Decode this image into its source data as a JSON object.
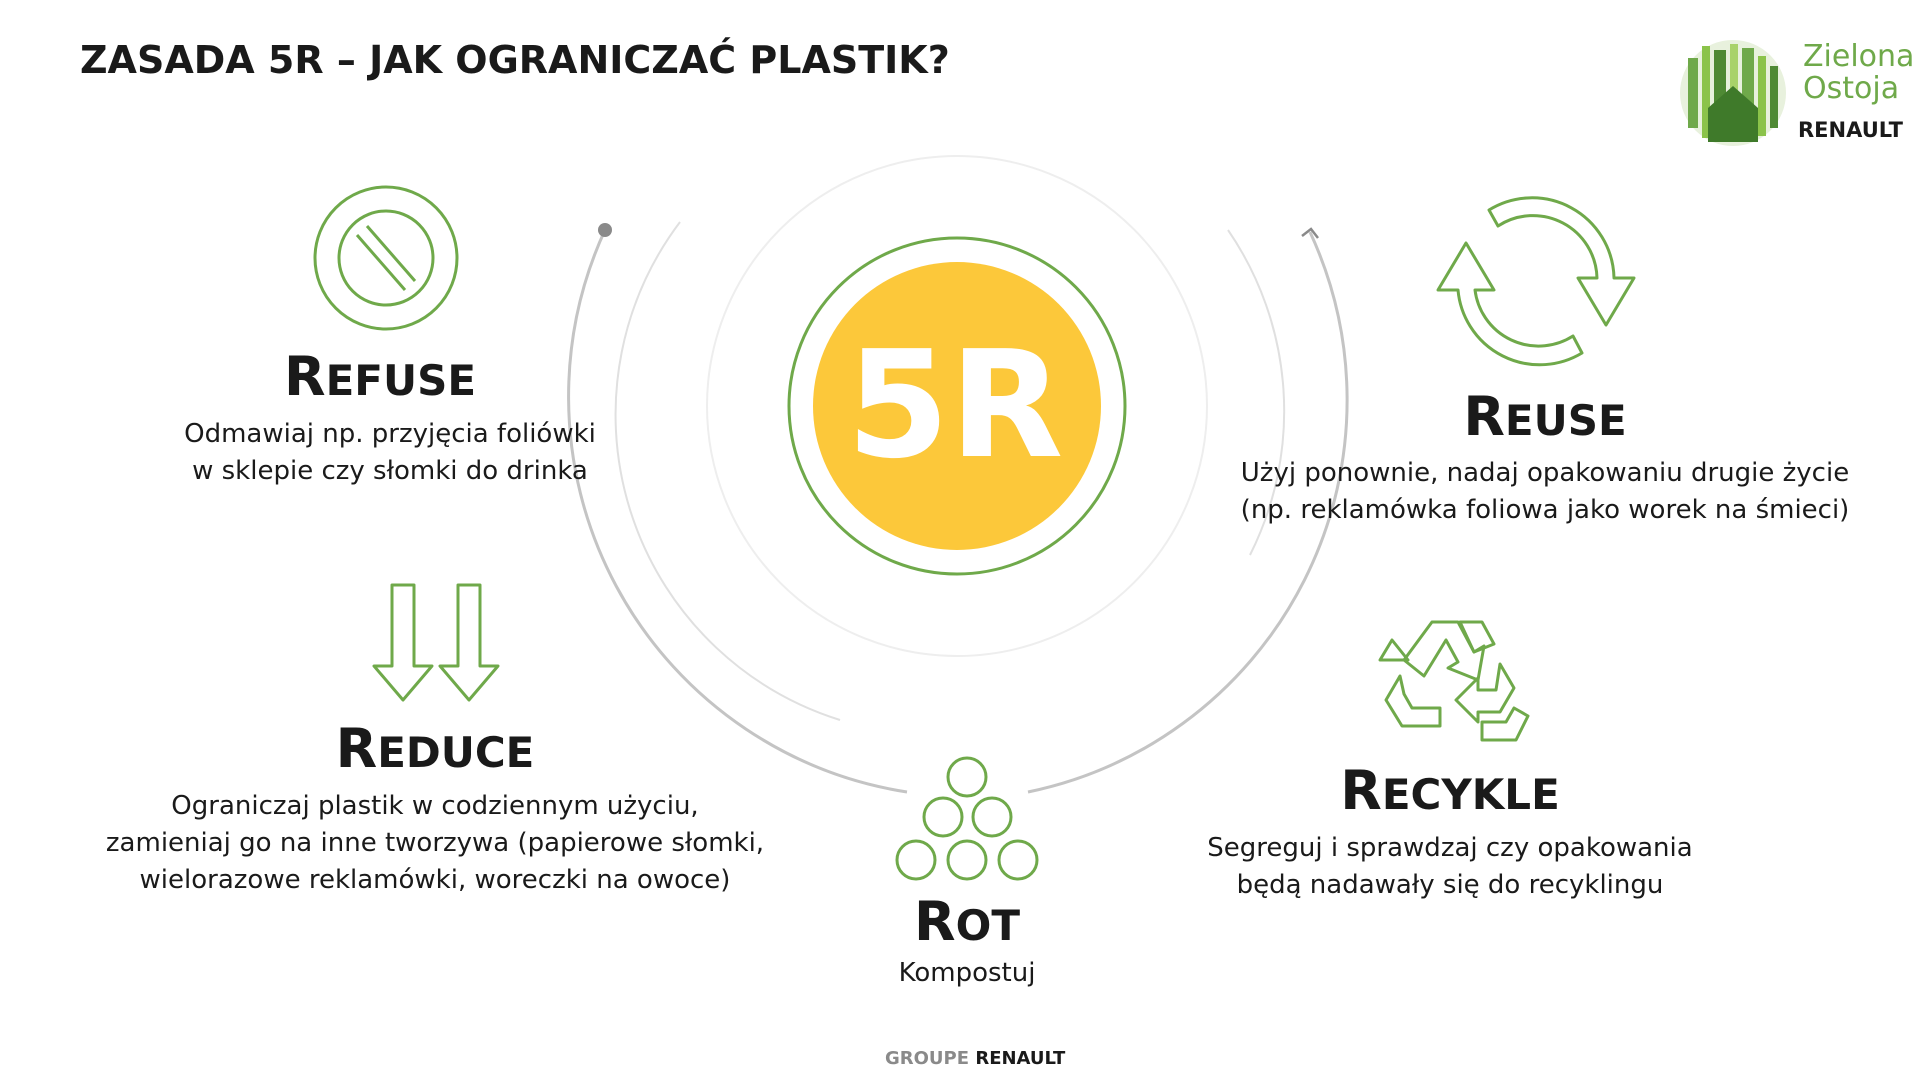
{
  "title": "ZASADA 5R – JAK OGRANICZAĆ PLASTIK?",
  "logo": {
    "line1": "Zielona",
    "line2": "Ostoja",
    "brand": "RENAULT"
  },
  "center": {
    "label": "5R"
  },
  "items": {
    "refuse": {
      "first": "R",
      "rest": "EFUSE",
      "desc1": "Odmawiaj np. przyjęcia foliówki",
      "desc2": "w sklepie czy słomki do drinka"
    },
    "reuse": {
      "first": "R",
      "rest": "EUSE",
      "desc1": "Użyj ponownie, nadaj opakowaniu drugie życie",
      "desc2": "(np. reklamówka foliowa jako worek na śmieci)"
    },
    "reduce": {
      "first": "R",
      "rest": "EDUCE",
      "desc1": "Ograniczaj plastik w codziennym użyciu,",
      "desc2": "zamieniaj go na inne tworzywa (papierowe słomki,",
      "desc3": "wielorazowe reklamówki, woreczki na owoce)"
    },
    "recykle": {
      "first": "R",
      "rest": "ECYKLE",
      "desc1": "Segreguj i sprawdzaj czy opakowania",
      "desc2": "będą nadawały się do recyklingu"
    },
    "rot": {
      "first": "R",
      "rest": "OT",
      "desc1": "Kompostuj"
    }
  },
  "footer": {
    "groupe": "GROUPE",
    "renault": "RENAULT"
  },
  "colors": {
    "green": "#6fa94a",
    "yellow": "#fcc83a",
    "text": "#1a1a1a",
    "gray": "#c8c8c8"
  }
}
